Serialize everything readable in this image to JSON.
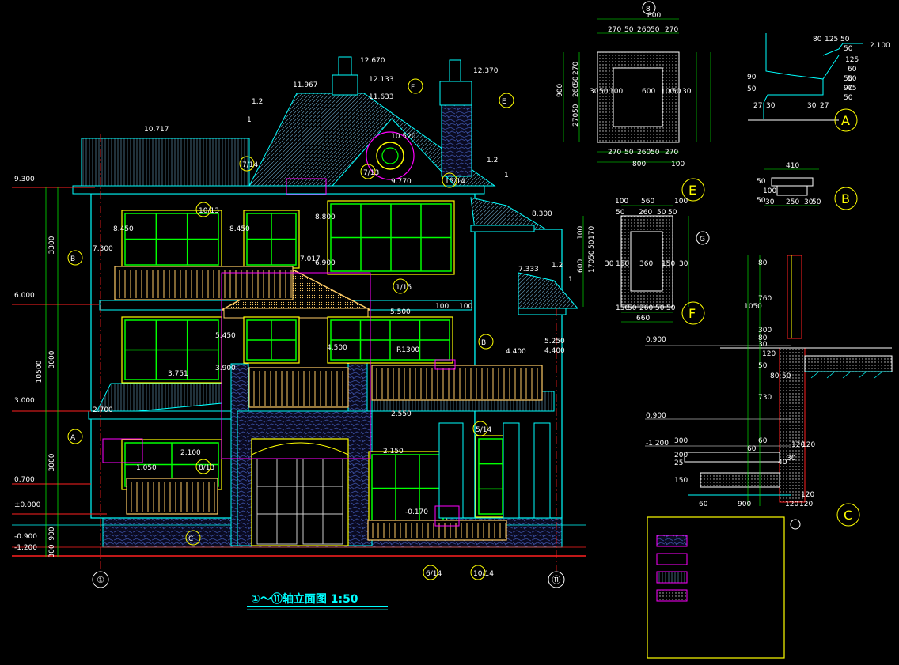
{
  "title": "①～⑪轴立面图 1:50",
  "grid_axes": [
    "①",
    "⑪"
  ],
  "elevation_levels": [
    "9.300",
    "6.000",
    "3.000",
    "0.700",
    "±0.000",
    "-0.900",
    "-1.200"
  ],
  "left_dimensions": [
    "3300",
    "3000",
    "3000",
    "10500",
    "900",
    "300"
  ],
  "building_annotations": [
    "12.670",
    "12.133",
    "12.370",
    "11.967",
    "11.633",
    "10.717",
    "10.520",
    "9.770",
    "8.800",
    "8.450",
    "8.450",
    "8.300",
    "7.300",
    "7.017",
    "6.900",
    "7.333",
    "5.500",
    "5.450",
    "5.250",
    "4.500",
    "4.400",
    "4.400",
    "3.900",
    "3.751",
    "2.700",
    "2.550",
    "2.150",
    "2.100",
    "1.050",
    "-0.170",
    "R1300",
    "100",
    "100",
    "1.2",
    "1.2",
    "1.2",
    "1",
    "1",
    "1"
  ],
  "section_labels": [
    "B",
    "A",
    "F",
    "E",
    "B",
    "C",
    "7/14",
    "7/13",
    "15/14",
    "10/13",
    "1/15",
    "8/13",
    "6/14",
    "10/14",
    "5/14"
  ],
  "detail_E": {
    "letter": "E",
    "top": [
      "800",
      "270",
      "50",
      "260",
      "50",
      "270"
    ],
    "side": [
      "900",
      "270",
      "50",
      "260",
      "50",
      "270"
    ],
    "inner": [
      "30",
      "50",
      "100",
      "600",
      "100",
      "50",
      "30"
    ],
    "bottom": [
      "270",
      "50",
      "260",
      "50",
      "270",
      "800",
      "100"
    ],
    "top_mark": "8"
  },
  "detail_F": {
    "letter": "F",
    "top": [
      "100",
      "560",
      "100",
      "50",
      "260",
      "50",
      "50"
    ],
    "side": [
      "600",
      "170",
      "50",
      "50",
      "170",
      "100"
    ],
    "inner": [
      "30",
      "150",
      "360",
      "150",
      "30"
    ],
    "bottom": [
      "150",
      "50",
      "260",
      "50",
      "50",
      "660"
    ],
    "mark": "G"
  },
  "detail_A": {
    "letter": "A",
    "dims": [
      "2.100",
      "80",
      "125",
      "50",
      "50",
      "125",
      "60",
      "50",
      "50",
      "90",
      "75",
      "50",
      "27",
      "30",
      "30",
      "27",
      "50",
      "90"
    ]
  },
  "detail_B": {
    "letter": "B",
    "dims": [
      "410",
      "50",
      "100",
      "50",
      "30",
      "250",
      "30",
      "50"
    ]
  },
  "detail_C": {
    "letter": "C",
    "levels": [
      "0.900",
      "0.900",
      "-1.200"
    ],
    "dims": [
      "80",
      "760",
      "1050",
      "300",
      "30",
      "80",
      "120",
      "50",
      "80",
      "50",
      "730",
      "60",
      "120",
      "120",
      "300",
      "200",
      "25",
      "150",
      "60",
      "30",
      "40",
      "120",
      "120",
      "60",
      "900",
      "120"
    ]
  },
  "colors": {
    "background": "#000000",
    "wall": "#00ffff",
    "window": "#00ff00",
    "frame": "#ffff00",
    "wood": "#ffcc66",
    "roof": "#5a8ca8",
    "stone": "#3a4fa0",
    "accent": "#ff00ff",
    "dimension": "#ffffff",
    "red": "#ff2020"
  }
}
